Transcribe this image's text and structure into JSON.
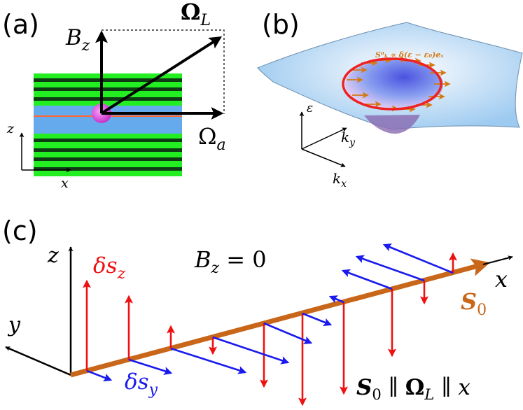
{
  "panel_a": {
    "label": "(a)",
    "bz": "B",
    "bz_sub": "z",
    "omega_l": "Ω",
    "omega_l_sub": "L",
    "omega_a": "Ω",
    "omega_a_sub": "a",
    "axis_z": "z",
    "axis_x": "x",
    "colors": {
      "green": "#22ee22",
      "dark": "#0e3a14",
      "blue": "#66aaee",
      "dot": "#dd33dd",
      "line": "#ff6633"
    }
  },
  "panel_b": {
    "label": "(b)",
    "annotation": "S⁰ₖ ∝ δ(ε − ε₀)eₓ",
    "axis_eps": "ε",
    "axis_ky": "k",
    "axis_ky_sub": "y",
    "axis_kx": "k",
    "axis_kx_sub": "x",
    "colors": {
      "surface": "#a9d2f2",
      "ring": "#ee2222",
      "arrows": "#d47a14"
    }
  },
  "panel_c": {
    "label": "(c)",
    "condition": "B",
    "condition_sub": "z",
    "condition_rest": " = 0",
    "axis_z": "z",
    "axis_y": "y",
    "axis_x": "x",
    "dsz": "δs",
    "dsz_sub": "z",
    "dsy": "δs",
    "dsy_sub": "y",
    "s0": "S",
    "s0_sub": "0",
    "relation_s": "S",
    "relation_s_sub": "0",
    "relation_mid": " ∥ ",
    "relation_omega": "Ω",
    "relation_omega_sub": "L",
    "relation_end": " ∥ x",
    "colors": {
      "s0": "#c8661a",
      "red": "#ee1111",
      "blue": "#1a1aee"
    }
  }
}
